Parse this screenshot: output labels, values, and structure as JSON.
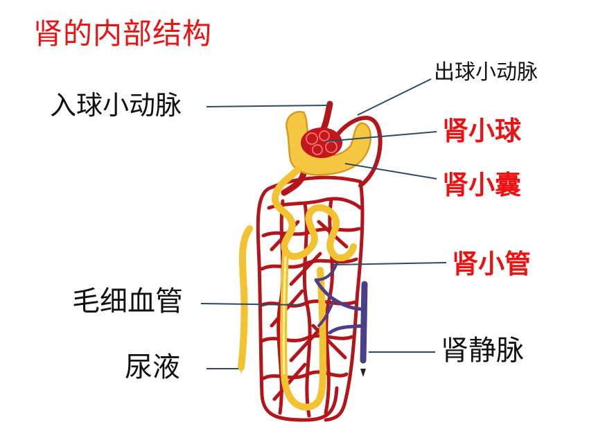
{
  "title": "肾的内部结构",
  "labels": {
    "afferent_arteriole": "入球小动脉",
    "efferent_arteriole": "出球小动脉",
    "glomerulus": "肾小球",
    "bowman_capsule": "肾小囊",
    "renal_tubule": "肾小管",
    "capillaries": "毛细血管",
    "urine": "尿液",
    "renal_vein": "肾静脉"
  },
  "colors": {
    "title": "#ee1111",
    "highlight_label": "#ee1111",
    "normal_label": "#111111",
    "leader_line": "#2c4a66",
    "artery": "#b3151a",
    "tubule": "#f2c230",
    "vein": "#4b3f8c"
  }
}
